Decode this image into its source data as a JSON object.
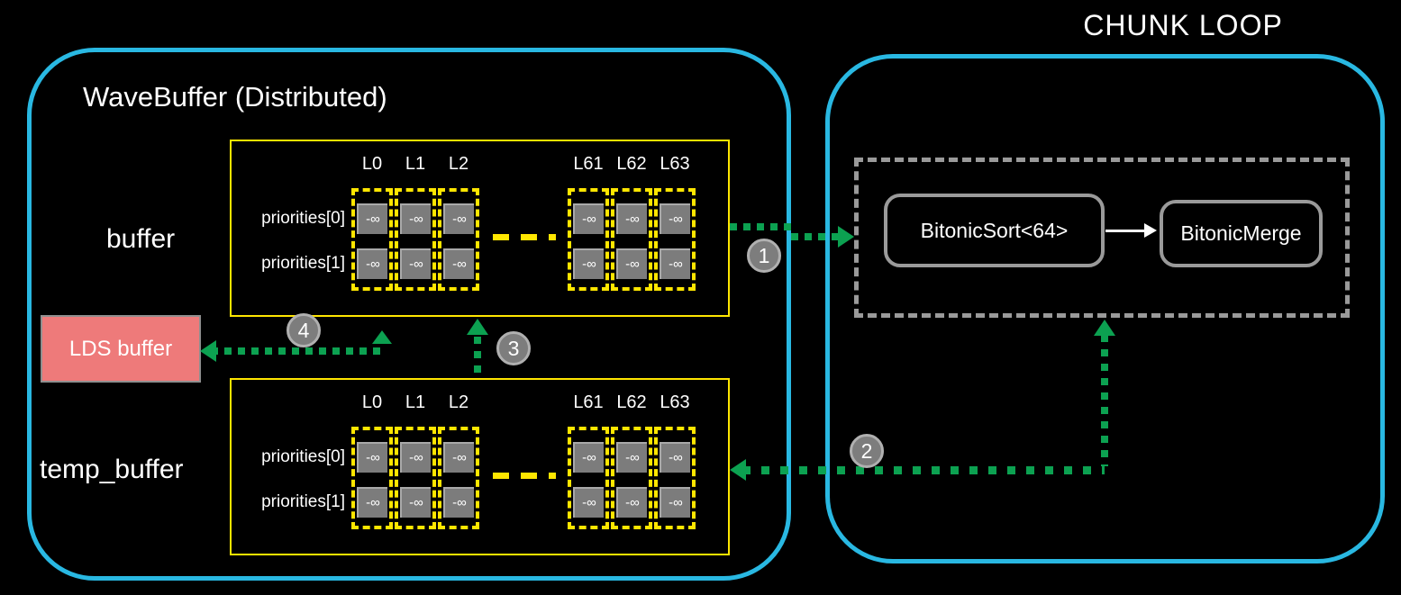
{
  "wave_buffer": {
    "title": "WaveBuffer (Distributed)",
    "buffer_label": "buffer",
    "temp_buffer_label": "temp_buffer",
    "lds_label": "LDS buffer",
    "row_labels": [
      "priorities[0]",
      "priorities[1]"
    ],
    "lane_labels": [
      "L0",
      "L1",
      "L2",
      "L61",
      "L62",
      "L63"
    ],
    "cell_value": "-∞"
  },
  "chunk_loop": {
    "title": "CHUNK LOOP",
    "sort_box": "BitonicSort<64>",
    "merge_box": "BitonicMerge"
  },
  "steps": [
    "1",
    "2",
    "3",
    "4"
  ],
  "colors": {
    "accent_cyan": "#29b8e2",
    "accent_yellow": "#ffe600",
    "accent_green": "#0ca151",
    "lds_pink": "#ee7a7a",
    "neutral_gray": "#9a9a9a"
  }
}
